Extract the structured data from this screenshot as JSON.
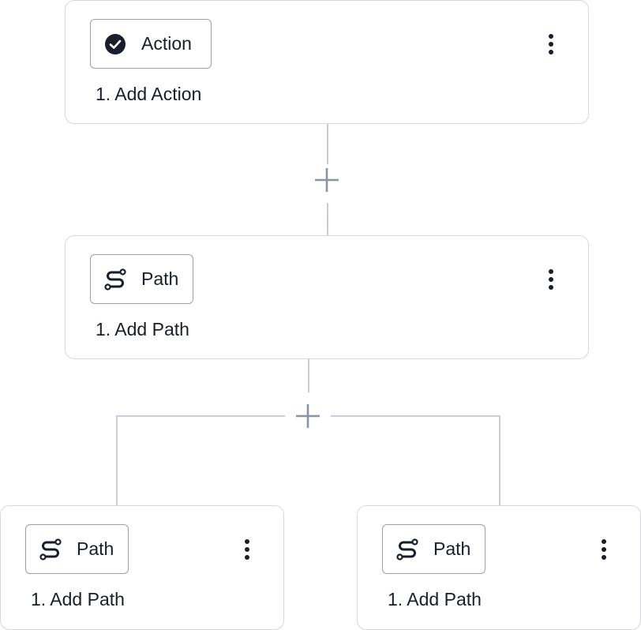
{
  "colors": {
    "card_border": "#d5d8de",
    "chip_border": "#9aa0aa",
    "connector": "#c9cdd4",
    "plus": "#8a93a3",
    "text": "#1a1d2b"
  },
  "nodes": [
    {
      "chip_label": "Action",
      "chip_icon": "check-circle-icon",
      "step_text": "1. Add Action",
      "menu_icon": "more-vertical-icon"
    },
    {
      "chip_label": "Path",
      "chip_icon": "path-icon",
      "step_text": "1. Add Path",
      "menu_icon": "more-vertical-icon"
    },
    {
      "chip_label": "Path",
      "chip_icon": "path-icon",
      "step_text": "1. Add Path",
      "menu_icon": "more-vertical-icon"
    },
    {
      "chip_label": "Path",
      "chip_icon": "path-icon",
      "step_text": "1. Add Path",
      "menu_icon": "more-vertical-icon"
    }
  ],
  "add_buttons": [
    {
      "icon": "plus-icon"
    },
    {
      "icon": "plus-icon"
    }
  ]
}
